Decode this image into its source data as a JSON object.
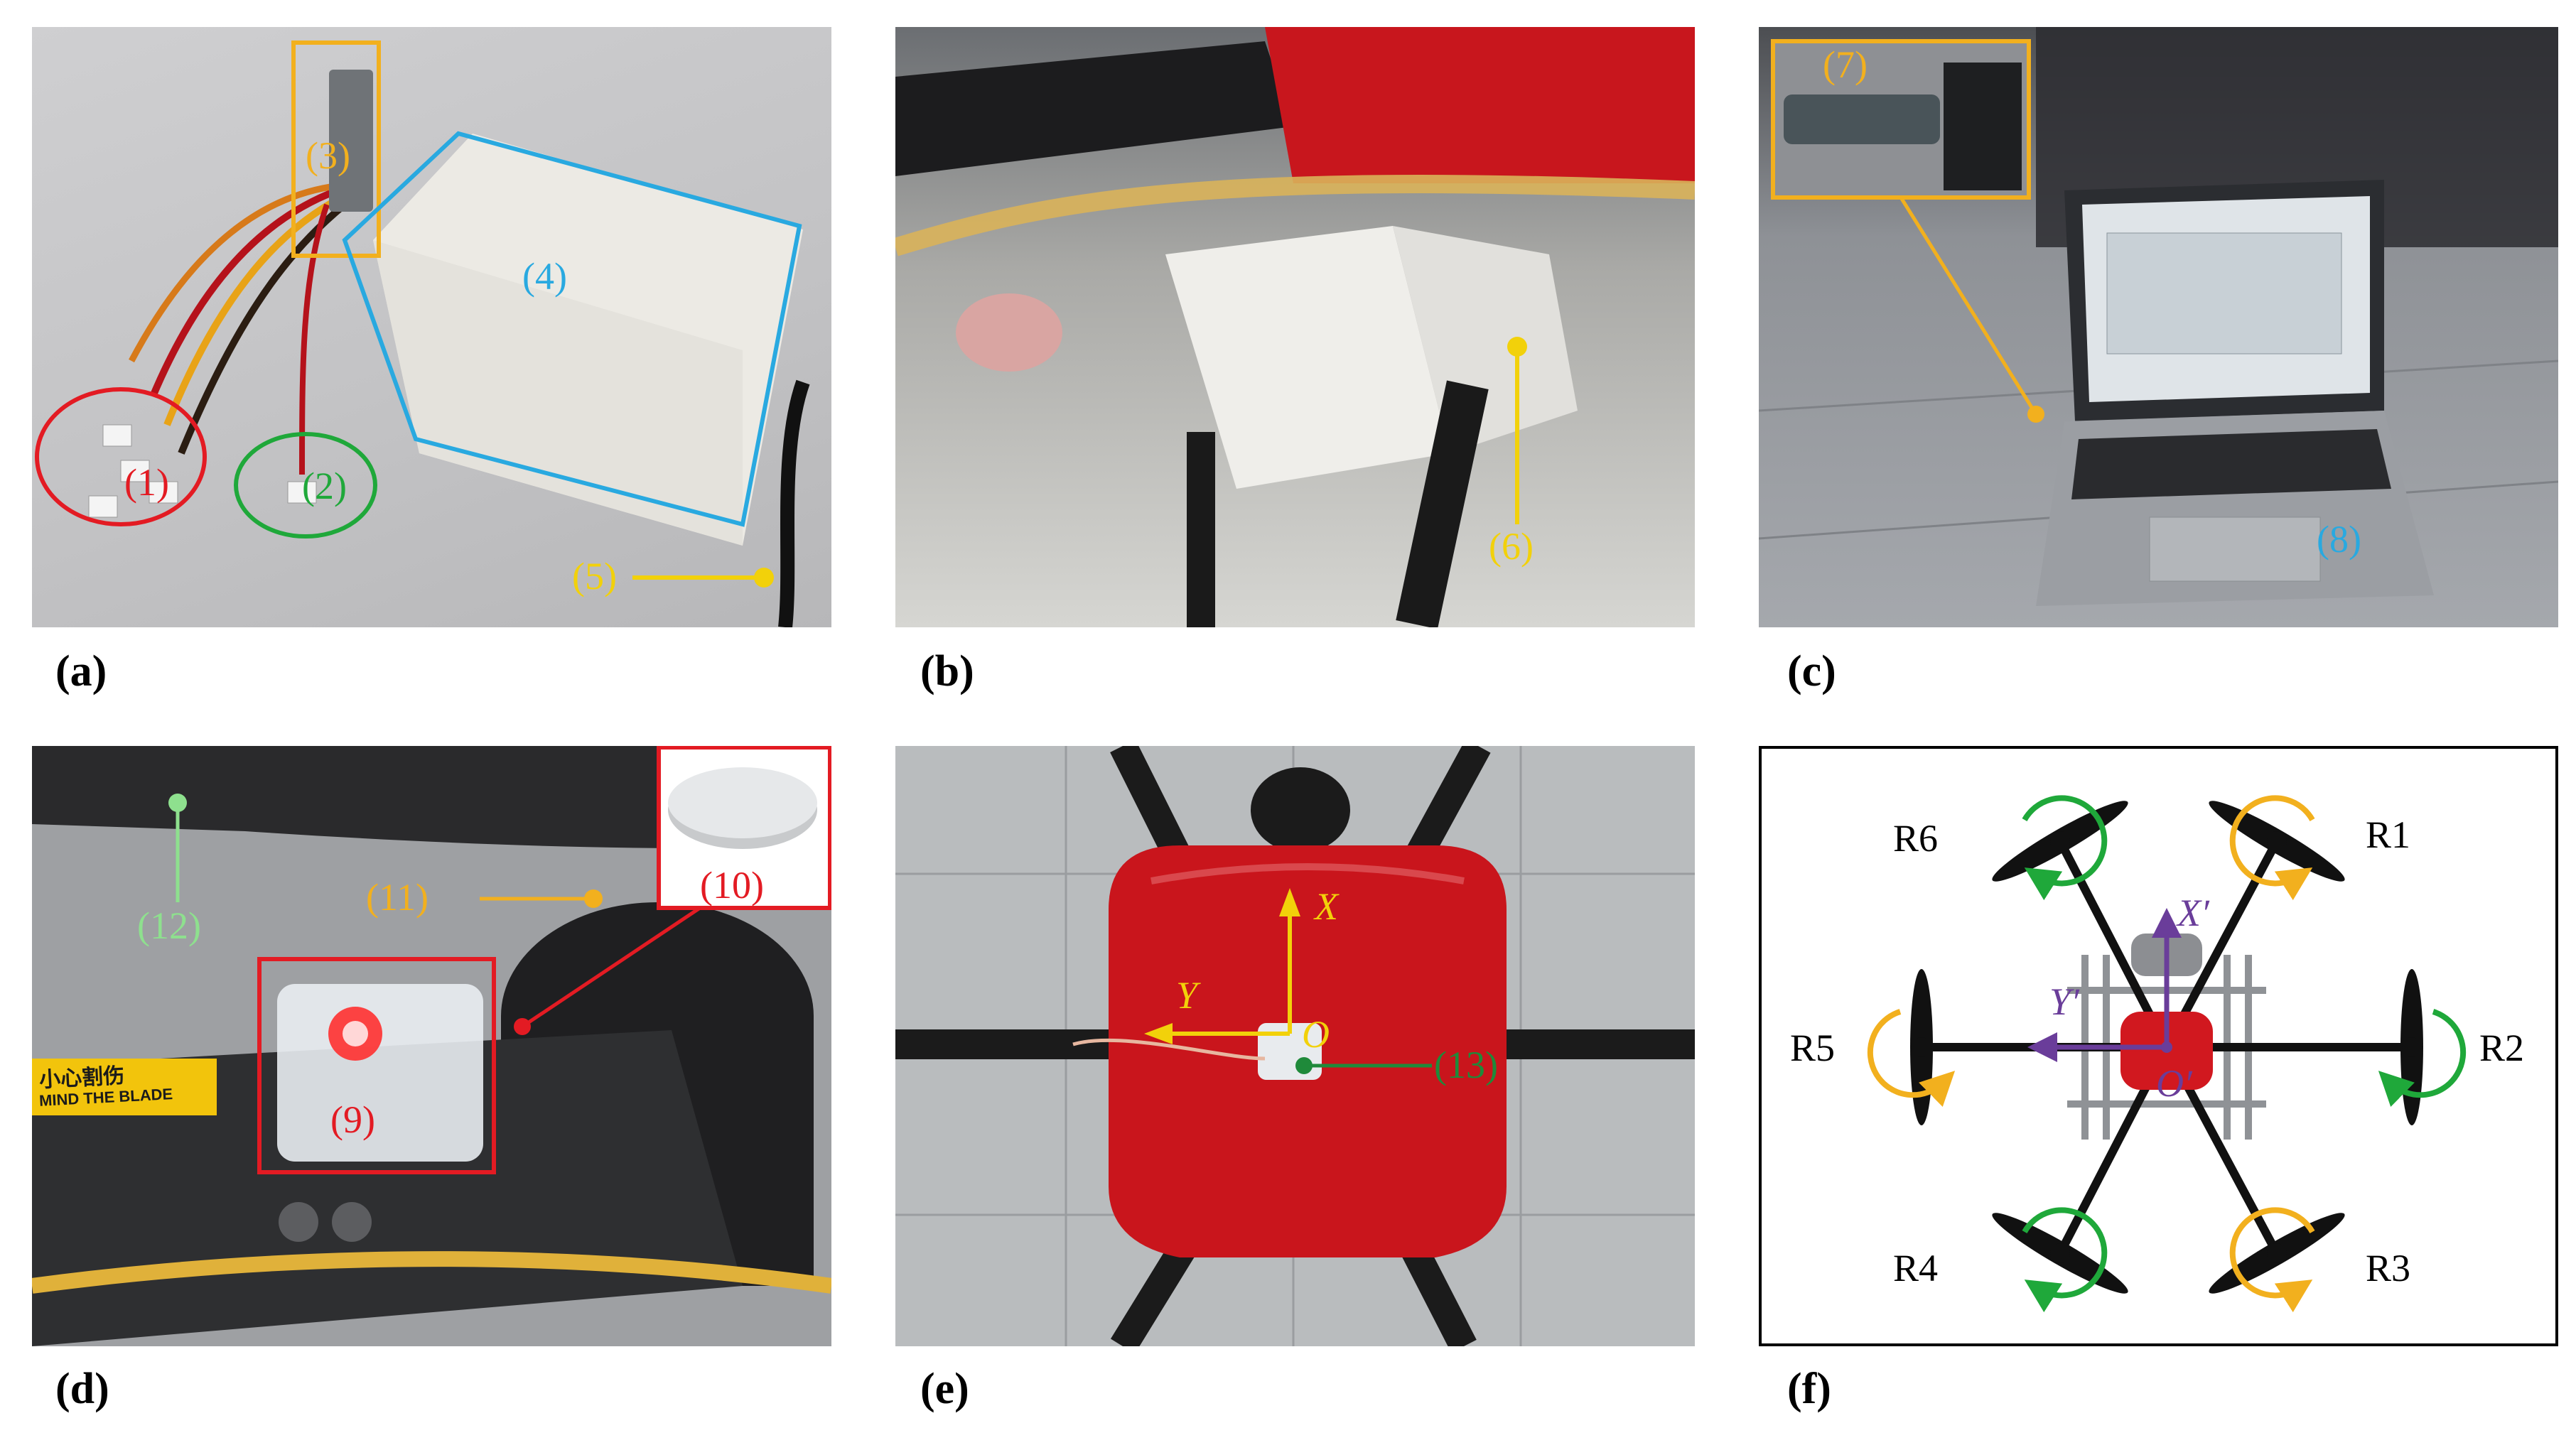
{
  "panels": {
    "a": {
      "label": "(a)",
      "callouts": {
        "c1": "(1)",
        "c2": "(2)",
        "c3": "(3)",
        "c4": "(4)",
        "c5": "(5)"
      }
    },
    "b": {
      "label": "(b)",
      "callouts": {
        "c6": "(6)"
      }
    },
    "c": {
      "label": "(c)",
      "callouts": {
        "c7": "(7)",
        "c8": "(8)"
      }
    },
    "d": {
      "label": "(d)",
      "callouts": {
        "c9": "(9)",
        "c10": "(10)",
        "c11": "(11)",
        "c12": "(12)"
      },
      "sticker_text": "小心割伤",
      "sticker_text2": "MIND THE BLADE"
    },
    "e": {
      "label": "(e)",
      "callouts": {
        "c13": "(13)"
      },
      "axes": {
        "x": "X",
        "y": "Y",
        "o": "O"
      }
    },
    "f": {
      "label": "(f)",
      "rotors": {
        "r1": "R1",
        "r2": "R2",
        "r3": "R3",
        "r4": "R4",
        "r5": "R5",
        "r6": "R6"
      },
      "axes": {
        "x": "X′",
        "y": "Y′",
        "o": "O′"
      }
    }
  },
  "colors": {
    "red": "#e31b23",
    "green": "#1fa83a",
    "yellow": "#f2d10a",
    "orange": "#f2b01e",
    "cyan": "#29a9e0",
    "light_green": "#8ee08e",
    "purple": "#6a3d9a",
    "dark_green": "#1f8a3a"
  }
}
